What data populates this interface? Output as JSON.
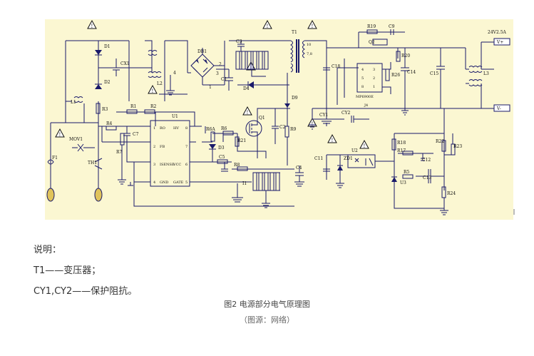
{
  "schematic": {
    "output_label": "24V2.5A",
    "terminals": {
      "plus": "V+",
      "minus": "V-"
    },
    "labels": {
      "D1": "D1",
      "D2": "D2",
      "CX1": "CX1",
      "L1": "L1",
      "L2": "L2",
      "DB1": "DB1",
      "MOV1": "MOV1",
      "F1": "F1",
      "TH1": "TH1",
      "R1": "R1",
      "R2": "R2",
      "R3": "R3",
      "R4": "R4",
      "R7": "R7",
      "C7": "C7",
      "C1": "C1",
      "C3": "C3",
      "C4": "C4",
      "C5": "C5",
      "U1": "U1",
      "R6": "R6",
      "R6A": "R6A",
      "D3": "D3",
      "Q1": "Q1",
      "R21": "R21",
      "R9": "R9",
      "C2": "C2",
      "D4": "D4",
      "D9": "D9",
      "T1": "T1",
      "R8": "R8",
      "R5": "R5",
      "I1": "I1",
      "R19": "R19",
      "C9": "C9",
      "Q2": "Q2",
      "R20": "R20",
      "R26": "R26",
      "C18": "C18",
      "C14": "C14",
      "C15": "C15",
      "J4": "J4",
      "CY1": "CY1",
      "CY2": "CY2",
      "U2": "U2",
      "U3": "U3",
      "ZD1": "ZD1",
      "C12": "C12",
      "R17": "R17",
      "R18": "R18",
      "R22": "R22",
      "R23": "R23",
      "R24": "R24",
      "C13": "C13",
      "L3": "L3",
      "C11": "C11",
      "ic2": "MP6900E",
      "node4": "4",
      "node1": "1",
      "node2": "2",
      "node3": "3",
      "pin10": "10",
      "pin78": "7,8"
    },
    "u1_pins_left": [
      {
        "num": "1",
        "name": "RO"
      },
      {
        "num": "2",
        "name": "FB"
      },
      {
        "num": "3",
        "name": "ISENSE"
      },
      {
        "num": "4",
        "name": "GND"
      }
    ],
    "u1_pins_right": [
      {
        "num": "8",
        "name": "HV"
      },
      {
        "num": "7",
        "name": ""
      },
      {
        "num": "6",
        "name": "VCC"
      },
      {
        "num": "5",
        "name": "GATE"
      }
    ],
    "ic2_pins": {
      "p4": "4",
      "p3": "3",
      "p5": "5",
      "p2": "2",
      "p8": "8",
      "p1": "1"
    }
  },
  "notes": {
    "heading": "说明：",
    "lines": [
      "T1——变压器；",
      "CY1,CY2——保护阻抗。"
    ]
  },
  "caption": {
    "title": "图2 电源部分电气原理图",
    "source": "（图源：网络）"
  }
}
